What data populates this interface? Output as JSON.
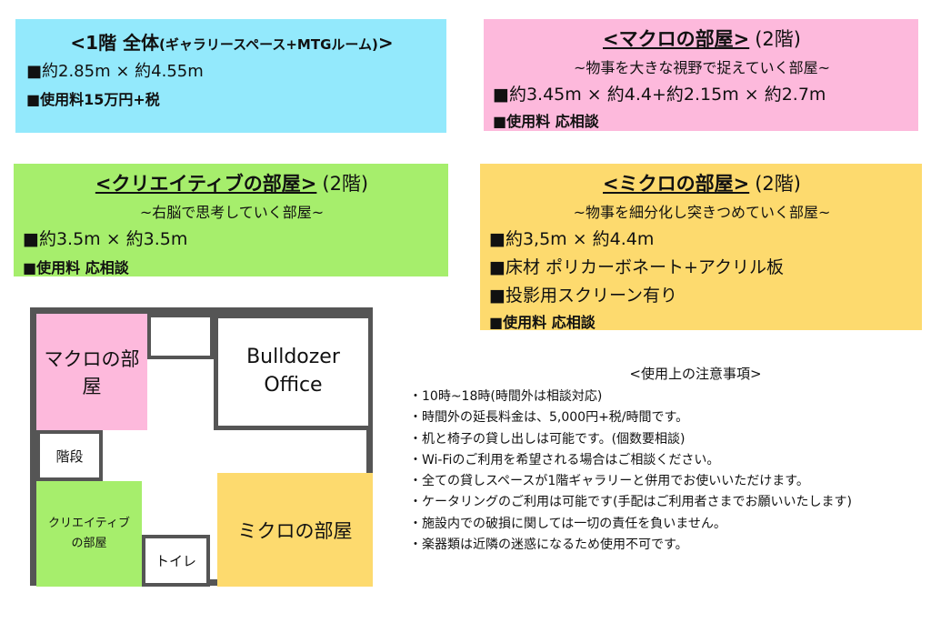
{
  "box_floor1": {
    "title": "<1階 全体",
    "title_note": "(ギャラリースペース+MTGルーム)",
    "title_end": ">",
    "size": "■約2.85m × 約4.55m",
    "fee": "■使用料15万円+税"
  },
  "box_macro": {
    "title": "<マクロの部屋>",
    "level": "(2階)",
    "subtitle": "~物事を大きな視野で捉えていく部屋~",
    "size": "■約3.45m × 約4.4+約2.15m × 約2.7m",
    "fee": "■使用料 応相談"
  },
  "box_creative": {
    "title": "<クリエイティブの部屋>",
    "level": "(2階)",
    "subtitle": "~右脳で思考していく部屋~",
    "size": "■約3.5m × 約3.5m",
    "fee": "■使用料 応相談"
  },
  "box_micro": {
    "title": "<ミクロの部屋>",
    "level": "(2階)",
    "subtitle": "~物事を細分化し突きつめていく部屋~",
    "size": "■約3,5m × 約4.4m",
    "floor": "■床材 ポリカーボネート+アクリル板",
    "screen": "■投影用スクリーン有り",
    "fee": "■使用料 応相談"
  },
  "floorplan": {
    "macro": "マクロの部屋",
    "office_line1": "Bulldozer",
    "office_line2": "Office",
    "stairs": "階段",
    "creative_line1": "クリエイティブ",
    "creative_line2": "の部屋",
    "toilet": "トイレ",
    "micro": "ミクロの部屋"
  },
  "notes": {
    "heading": "<使用上の注意事項>",
    "items": [
      "・10時~18時(時間外は相談対応)",
      "・時間外の延長料金は、5,000円+税/時間です。",
      "・机と椅子の貸し出しは可能です。(個数要相談)",
      "・Wi-Fiのご利用を希望される場合はご相談ください。",
      "・全ての貸しスペースが1階ギャラリーと併用でお使いいただけます。",
      "・ケータリングのご利用は可能です(手配はご利用者さまでお願いいたします)",
      "・施設内での破損に関しては一切の責任を負いません。",
      "・楽器類は近隣の迷惑になるため使用不可です。"
    ]
  },
  "colors": {
    "floor1": "#93e9fc",
    "macro": "#fdb9dc",
    "creative": "#a6ee6c",
    "micro": "#fdda6e"
  }
}
